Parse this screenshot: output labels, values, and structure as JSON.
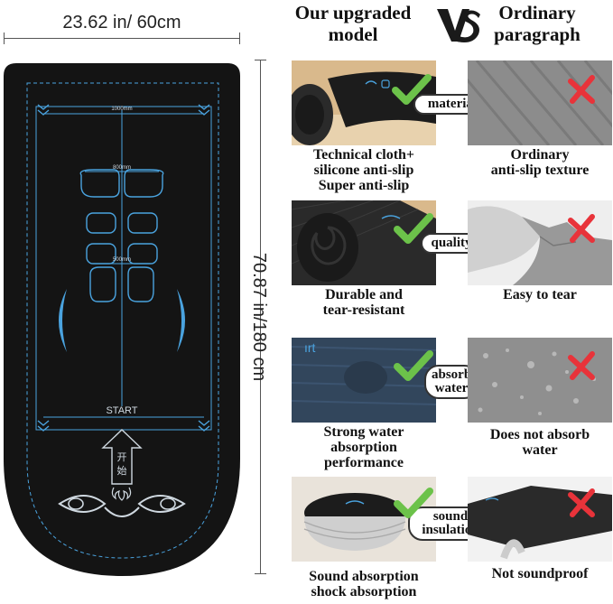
{
  "dimensions": {
    "width_label": "23.62 in/ 60cm",
    "height_label": "70.87 in/180 cm"
  },
  "mat": {
    "marking_1000": "1000mm",
    "marking_800": "800mm",
    "marking_500": "500mm",
    "start_label": "START",
    "start_cn": "开\n始"
  },
  "header": {
    "left": "Our upgraded\nmodel",
    "vs": "VS",
    "right": "Ordinary\nparagraph"
  },
  "rows": [
    {
      "badge": "material",
      "upgraded_caption": "Technical cloth+\nsilicone anti-slip\nSuper anti-slip",
      "ordinary_caption": "Ordinary\nanti-slip texture"
    },
    {
      "badge": "quality",
      "upgraded_caption": "Durable and\ntear-resistant",
      "ordinary_caption": "Easy to tear"
    },
    {
      "badge": "absorb\nwater",
      "upgraded_caption": "Strong water\nabsorption\nperformance",
      "ordinary_caption": "Does not absorb\nwater"
    },
    {
      "badge": "sound\ninsulation",
      "upgraded_caption": "Sound absorption\nshock absorption",
      "ordinary_caption": "Not soundproof"
    }
  ],
  "colors": {
    "mat_body": "#141414",
    "mat_line": "#4aa3df",
    "check": "#6cc24a",
    "cross": "#e8333a"
  }
}
